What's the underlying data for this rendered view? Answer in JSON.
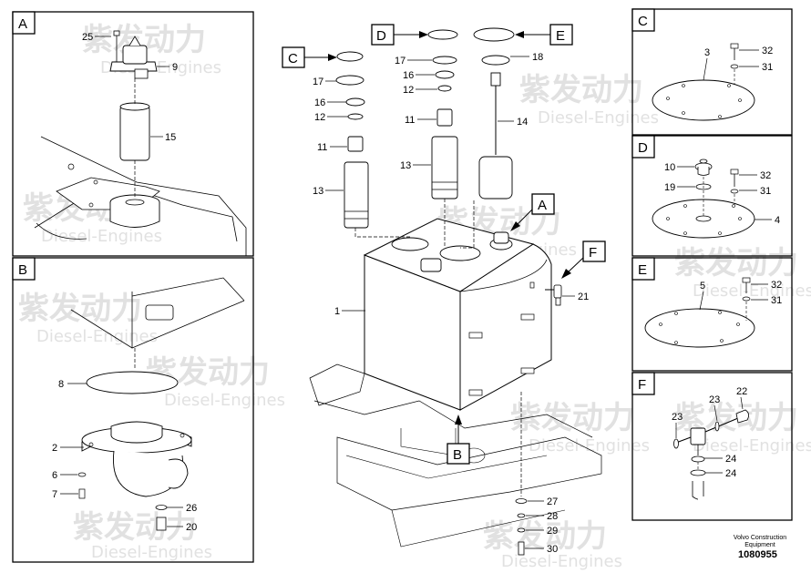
{
  "watermark": {
    "brand_cn": "紫发动力",
    "brand_en": "Diesel-Engines"
  },
  "panels": {
    "A": {
      "title": "A",
      "parts": [
        "25",
        "9",
        "15"
      ]
    },
    "B": {
      "title": "B",
      "parts": [
        "8",
        "2",
        "6",
        "7",
        "26",
        "20"
      ]
    },
    "C": {
      "title": "C",
      "parts": [
        "3",
        "32",
        "31"
      ]
    },
    "D": {
      "title": "D",
      "parts": [
        "10",
        "19",
        "32",
        "31",
        "4"
      ]
    },
    "E": {
      "title": "E",
      "parts": [
        "5",
        "32",
        "31"
      ]
    },
    "F": {
      "title": "F",
      "parts": [
        "22",
        "23",
        "23",
        "24",
        "24"
      ]
    }
  },
  "main": {
    "callouts": [
      "C",
      "D",
      "E",
      "A",
      "F",
      "B"
    ],
    "parts": [
      "17",
      "16",
      "12",
      "11",
      "13",
      "17",
      "16",
      "12",
      "11",
      "13",
      "18",
      "14",
      "1",
      "21",
      "27",
      "28",
      "29",
      "30"
    ]
  },
  "footer": {
    "company_line1": "Volvo Construction",
    "company_line2": "Equipment",
    "drawing_number": "1080955"
  }
}
